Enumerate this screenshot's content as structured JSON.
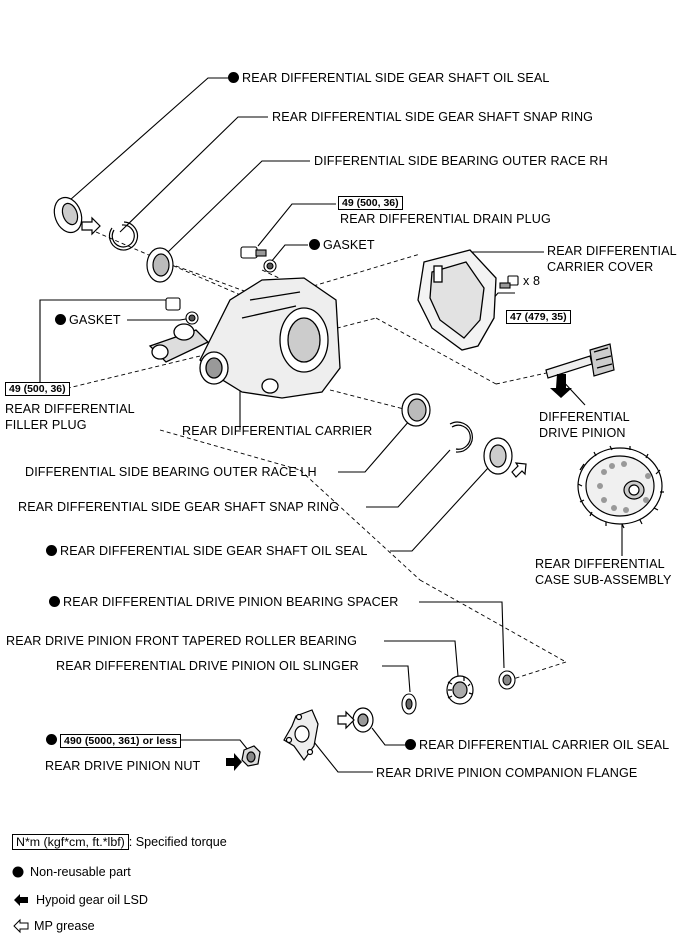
{
  "labels": {
    "seal_top": "REAR DIFFERENTIAL SIDE GEAR SHAFT OIL SEAL",
    "snap_top": "REAR DIFFERENTIAL SIDE GEAR SHAFT SNAP RING",
    "race_rh": "DIFFERENTIAL SIDE BEARING OUTER RACE RH",
    "drain_torque": "49 (500, 36)",
    "drain_plug": "REAR DIFFERENTIAL DRAIN PLUG",
    "gasket_top": "GASKET",
    "cover_1": "REAR DIFFERENTIAL",
    "cover_2": "CARRIER COVER",
    "x8": "x 8",
    "cover_torque": "47 (479, 35)",
    "gasket_left": "GASKET",
    "filler_torque": "49 (500, 36)",
    "filler_1": "REAR DIFFERENTIAL",
    "filler_2": "FILLER PLUG",
    "carrier": "REAR DIFFERENTIAL CARRIER",
    "pinion_1": "DIFFERENTIAL",
    "pinion_2": "DRIVE PINION",
    "race_lh": "DIFFERENTIAL SIDE BEARING OUTER RACE LH",
    "snap_mid": "REAR DIFFERENTIAL SIDE GEAR SHAFT SNAP RING",
    "seal_mid": "REAR DIFFERENTIAL SIDE GEAR SHAFT OIL SEAL",
    "case_1": "REAR DIFFERENTIAL",
    "case_2": "CASE SUB-ASSEMBLY",
    "spacer": "REAR DIFFERENTIAL DRIVE PINION BEARING SPACER",
    "front_bearing": "REAR DRIVE PINION FRONT TAPERED ROLLER BEARING",
    "slinger": "REAR DIFFERENTIAL DRIVE PINION OIL SLINGER",
    "nut_torque": "490 (5000, 361) or less",
    "carrier_seal": "REAR DIFFERENTIAL CARRIER OIL SEAL",
    "nut": "REAR DRIVE PINION NUT",
    "flange": "REAR DRIVE PINION COMPANION FLANGE"
  },
  "legend": {
    "torque_box": "N*m (kgf*cm, ft.*lbf)",
    "torque_text": ": Specified torque",
    "nonreusable": "Non-reusable part",
    "hypoid": "Hypoid gear oil LSD",
    "mp": "MP grease"
  }
}
